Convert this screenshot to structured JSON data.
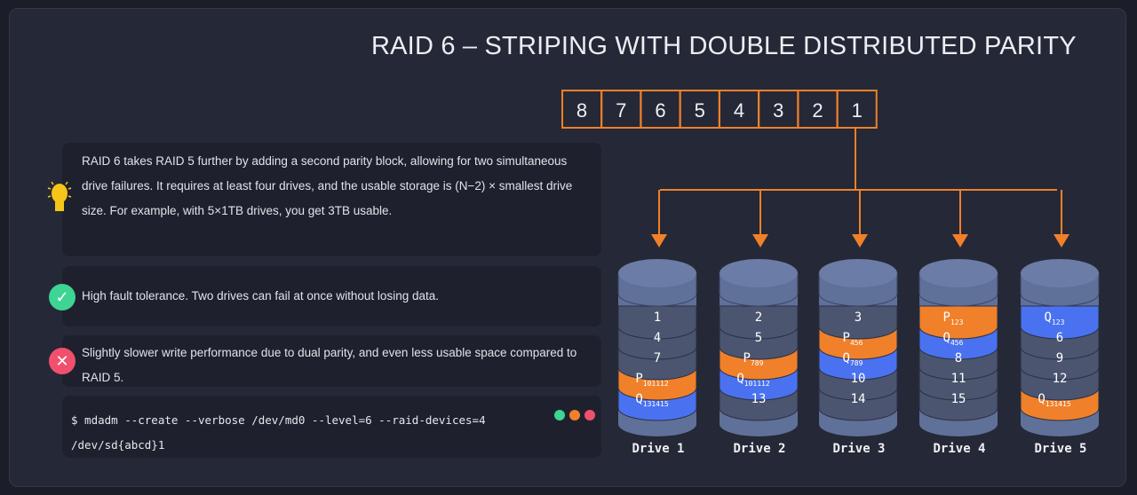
{
  "title": "RAID 6 – STRIPING WITH DOUBLE DISTRIBUTED PARITY",
  "data_blocks": [
    "8",
    "7",
    "6",
    "5",
    "4",
    "3",
    "2",
    "1"
  ],
  "info": {
    "icon": "lightbulb-icon",
    "text": "RAID 6 takes RAID 5 further by adding a second parity block, allowing for two simultaneous drive failures. It requires at least four drives, and the usable storage is (N−2) × smallest drive size. For example, with 5×1TB drives, you get 3TB usable."
  },
  "pro": {
    "icon": "check-icon",
    "text": "High fault tolerance. Two drives can fail at once without losing data."
  },
  "con": {
    "icon": "x-icon",
    "text": "Slightly slower write performance due to dual parity, and even less usable space compared to RAID 5."
  },
  "terminal": {
    "line1": "$ mdadm --create --verbose /dev/md0 --level=6 --raid-devices=4",
    "line2": "/dev/sd{abcd}1"
  },
  "colors": {
    "accent": "#f0802a",
    "parity_q": "#4a72f0",
    "drive_body": "#5f7099",
    "block": "#4b5570",
    "check": "#3ed493",
    "cross": "#f0506e"
  },
  "drives": [
    {
      "label": "Drive 1",
      "blocks": [
        {
          "t": "1"
        },
        {
          "t": "4"
        },
        {
          "t": "7"
        },
        {
          "t": "P",
          "sub": "101112",
          "c": "orange"
        },
        {
          "t": "Q",
          "sub": "131415",
          "c": "blue"
        }
      ]
    },
    {
      "label": "Drive 2",
      "blocks": [
        {
          "t": "2"
        },
        {
          "t": "5"
        },
        {
          "t": "P",
          "sub": "789",
          "c": "orange"
        },
        {
          "t": "Q",
          "sub": "101112",
          "c": "blue"
        },
        {
          "t": "13"
        }
      ]
    },
    {
      "label": "Drive 3",
      "blocks": [
        {
          "t": "3"
        },
        {
          "t": "P",
          "sub": "456",
          "c": "orange"
        },
        {
          "t": "Q",
          "sub": "789",
          "c": "blue"
        },
        {
          "t": "10"
        },
        {
          "t": "14"
        }
      ]
    },
    {
      "label": "Drive 4",
      "blocks": [
        {
          "t": "P",
          "sub": "123",
          "c": "orange"
        },
        {
          "t": "Q",
          "sub": "456",
          "c": "blue"
        },
        {
          "t": "8"
        },
        {
          "t": "11"
        },
        {
          "t": "15"
        }
      ]
    },
    {
      "label": "Drive 5",
      "blocks": [
        {
          "t": "Q",
          "sub": "123",
          "c": "blue"
        },
        {
          "t": "6"
        },
        {
          "t": "9"
        },
        {
          "t": "12"
        },
        {
          "t": "Q",
          "sub": "131415",
          "c": "orange"
        }
      ]
    }
  ]
}
